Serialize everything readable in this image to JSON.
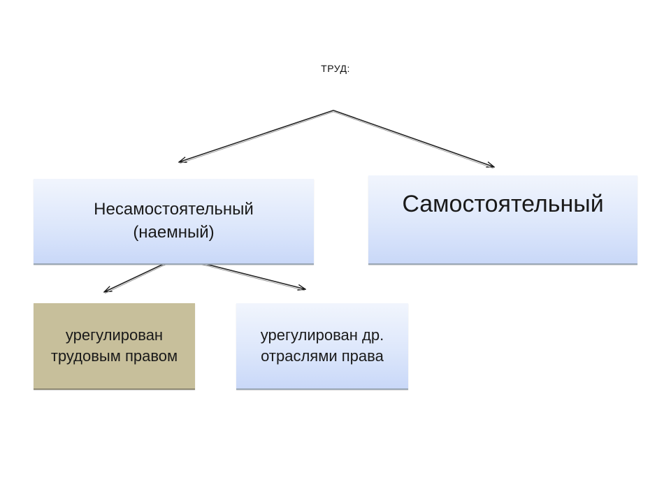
{
  "diagram": {
    "title": "ТРУД:",
    "nodes": {
      "dependent": "Несамостоятельный\n(наемный)",
      "independent": "Самостоятельный",
      "labor_law": "урегулирован\nтрудовым правом",
      "other_law": "урегулирован др.\nотраслями права"
    }
  },
  "colors": {
    "box_blue": "#dde7fb",
    "box_tan": "#c7bf9b",
    "arrow": "#111111"
  }
}
